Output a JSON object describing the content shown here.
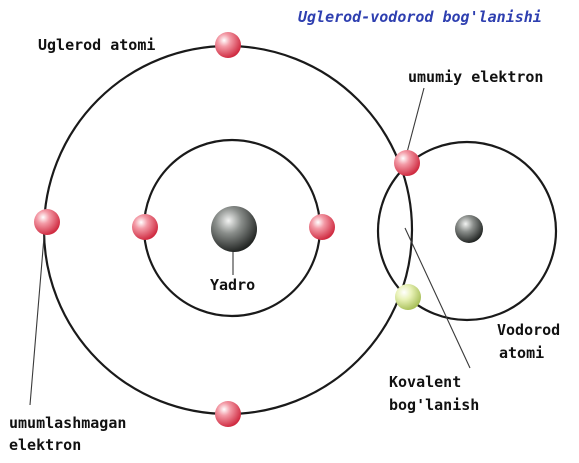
{
  "title": "Uglerod-vodorod bog'lanishi",
  "labels": {
    "carbon_atom": "Uglerod atomi",
    "shared_electron": "umumiy elektron",
    "nucleus": "Yadro",
    "hydrogen_atom_line1": "Vodorod",
    "hydrogen_atom_line2": "atomi",
    "covalent_line1": "Kovalent",
    "covalent_line2": "bog'lanish",
    "unshared_line1": "umumlashmagan",
    "unshared_line2": "elektron"
  },
  "colors": {
    "title": "#2e3fb0",
    "electron": "#d8354a",
    "hydrogen_electron": "#cfe08a",
    "nucleus": "#4a4d4b",
    "orbit": "#1a1a1a"
  }
}
